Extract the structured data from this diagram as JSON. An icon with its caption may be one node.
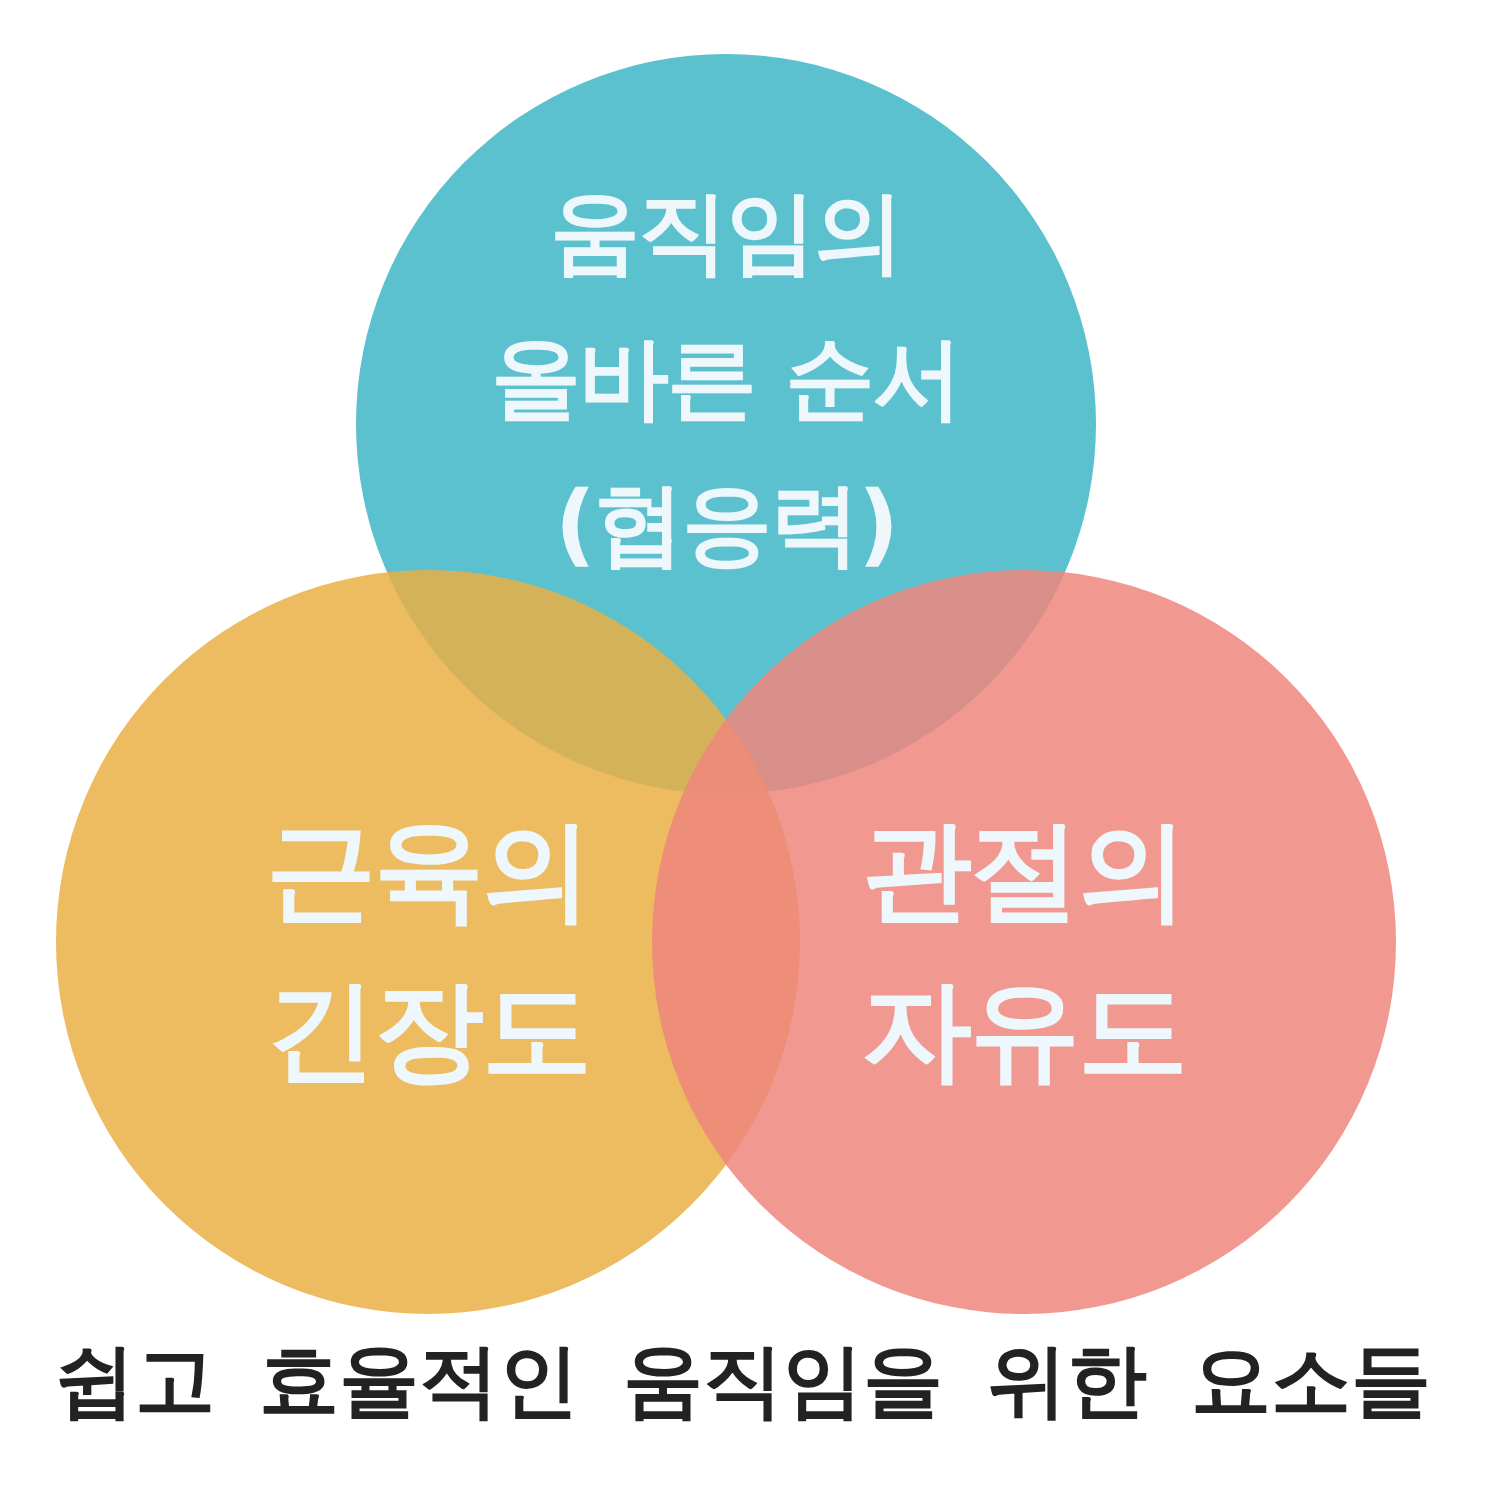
{
  "diagram": {
    "caption": "쉽고 효율적인 움직임을 위한 요소들",
    "nodes": [
      {
        "text": [
          "움직임의 올바른 순서 (협응력)"
        ]
      },
      {
        "text": [
          "근육의 긴장도"
        ]
      },
      {
        "text": [
          "관절의 자유도"
        ]
      }
    ]
  }
}
